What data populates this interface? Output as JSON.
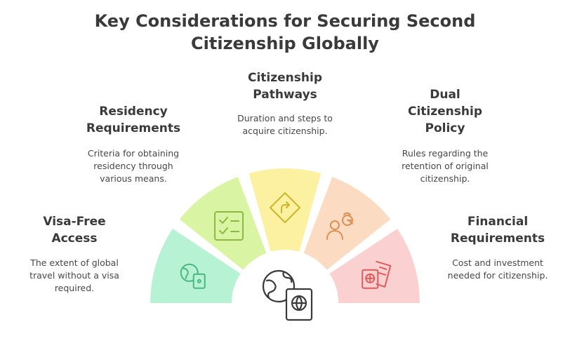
{
  "title": {
    "line1": "Key Considerations for Securing Second",
    "line2": "Citizenship Globally"
  },
  "segments": [
    {
      "heading": [
        "Visa-Free",
        "Access"
      ],
      "description": [
        "The extent of global",
        "travel without a visa",
        "required."
      ],
      "color": "#b7f2d5",
      "stroke": "#49b783",
      "icon": "globe-passport-icon"
    },
    {
      "heading": [
        "Residency",
        "Requirements"
      ],
      "description": [
        "Criteria for obtaining",
        "residency through",
        "various means."
      ],
      "color": "#d9f5a4",
      "stroke": "#8cb83f",
      "icon": "checklist-icon"
    },
    {
      "heading": [
        "Citizenship",
        "Pathways"
      ],
      "description": [
        "Duration and steps to",
        "acquire citizenship."
      ],
      "color": "#fbf1a0",
      "stroke": "#ccb52a",
      "icon": "road-sign-icon"
    },
    {
      "heading": [
        "Dual",
        "Citizenship",
        "Policy"
      ],
      "description": [
        "Rules regarding the",
        "retention of original",
        "citizenship."
      ],
      "color": "#fbdcc2",
      "stroke": "#e08e4f",
      "icon": "people-exchange-icon"
    },
    {
      "heading": [
        "Financial",
        "Requirements"
      ],
      "description": [
        "Cost and investment",
        "needed for citizenship."
      ],
      "color": "#fbd0d0",
      "stroke": "#e05c5c",
      "icon": "passport-ticket-icon"
    }
  ],
  "center_icon": "globe-passport-icon",
  "colors": {
    "text": "#3a3a3a",
    "icon_stroke": "#3a3a3a"
  }
}
